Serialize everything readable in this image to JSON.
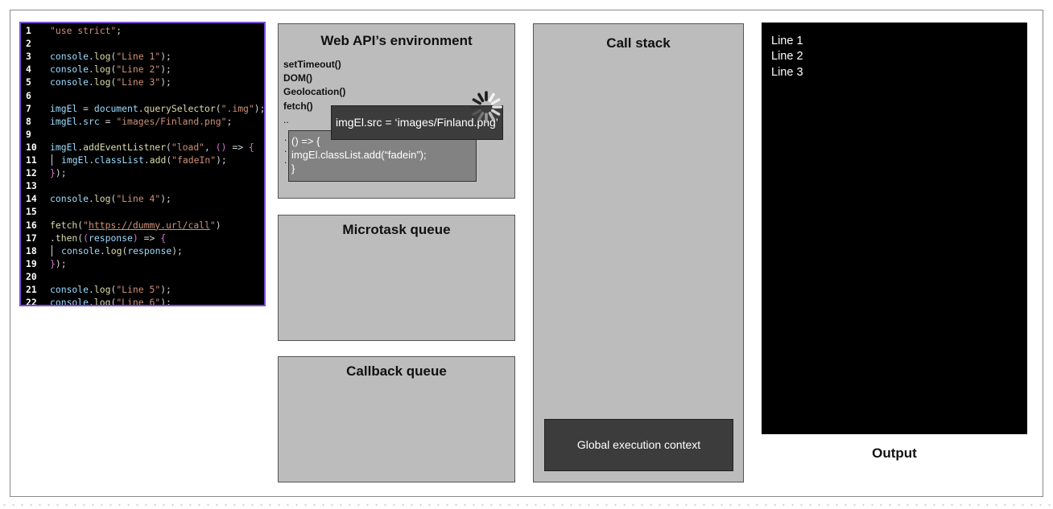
{
  "code": {
    "lines": [
      {
        "n": "1",
        "segs": [
          {
            "c": "t-str",
            "t": "\"use strict\""
          },
          {
            "c": "t-pl",
            "t": ";"
          }
        ]
      },
      {
        "n": "2",
        "segs": []
      },
      {
        "n": "3",
        "segs": [
          {
            "c": "t-var",
            "t": "console"
          },
          {
            "c": "t-pl",
            "t": "."
          },
          {
            "c": "t-fn",
            "t": "log"
          },
          {
            "c": "t-pl",
            "t": "("
          },
          {
            "c": "t-str",
            "t": "\"Line 1\""
          },
          {
            "c": "t-pl",
            "t": ");"
          }
        ]
      },
      {
        "n": "4",
        "segs": [
          {
            "c": "t-var",
            "t": "console"
          },
          {
            "c": "t-pl",
            "t": "."
          },
          {
            "c": "t-fn",
            "t": "log"
          },
          {
            "c": "t-pl",
            "t": "("
          },
          {
            "c": "t-str",
            "t": "\"Line 2\""
          },
          {
            "c": "t-pl",
            "t": ");"
          }
        ]
      },
      {
        "n": "5",
        "segs": [
          {
            "c": "t-var",
            "t": "console"
          },
          {
            "c": "t-pl",
            "t": "."
          },
          {
            "c": "t-fn",
            "t": "log"
          },
          {
            "c": "t-pl",
            "t": "("
          },
          {
            "c": "t-str",
            "t": "\"Line 3\""
          },
          {
            "c": "t-pl",
            "t": ");"
          }
        ]
      },
      {
        "n": "6",
        "segs": []
      },
      {
        "n": "7",
        "segs": [
          {
            "c": "t-var",
            "t": "imgEl"
          },
          {
            "c": "t-pl",
            "t": " = "
          },
          {
            "c": "t-var",
            "t": "document"
          },
          {
            "c": "t-pl",
            "t": "."
          },
          {
            "c": "t-fn",
            "t": "querySelector"
          },
          {
            "c": "t-pl",
            "t": "("
          },
          {
            "c": "t-str",
            "t": "\".img\""
          },
          {
            "c": "t-pl",
            "t": ");"
          }
        ]
      },
      {
        "n": "8",
        "segs": [
          {
            "c": "t-var",
            "t": "imgEl"
          },
          {
            "c": "t-pl",
            "t": "."
          },
          {
            "c": "t-var",
            "t": "src"
          },
          {
            "c": "t-pl",
            "t": " = "
          },
          {
            "c": "t-str",
            "t": "\"images/Finland.png\""
          },
          {
            "c": "t-pl",
            "t": ";"
          }
        ]
      },
      {
        "n": "9",
        "segs": []
      },
      {
        "n": "10",
        "segs": [
          {
            "c": "t-var",
            "t": "imgEl"
          },
          {
            "c": "t-pl",
            "t": "."
          },
          {
            "c": "t-fn",
            "t": "addEventListner"
          },
          {
            "c": "t-pl",
            "t": "("
          },
          {
            "c": "t-str",
            "t": "\"load\""
          },
          {
            "c": "t-pl",
            "t": ", "
          },
          {
            "c": "t-br",
            "t": "()"
          },
          {
            "c": "t-pl",
            "t": " => "
          },
          {
            "c": "t-br",
            "t": "{"
          }
        ]
      },
      {
        "n": "11",
        "indent": true,
        "segs": [
          {
            "c": "t-var",
            "t": "imgEl"
          },
          {
            "c": "t-pl",
            "t": "."
          },
          {
            "c": "t-var",
            "t": "classList"
          },
          {
            "c": "t-pl",
            "t": "."
          },
          {
            "c": "t-fn",
            "t": "add"
          },
          {
            "c": "t-pl",
            "t": "("
          },
          {
            "c": "t-str",
            "t": "\"fadeIn\""
          },
          {
            "c": "t-pl",
            "t": ");"
          }
        ]
      },
      {
        "n": "12",
        "segs": [
          {
            "c": "t-br",
            "t": "}"
          },
          {
            "c": "t-pl",
            "t": ");"
          }
        ]
      },
      {
        "n": "13",
        "segs": []
      },
      {
        "n": "14",
        "segs": [
          {
            "c": "t-var",
            "t": "console"
          },
          {
            "c": "t-pl",
            "t": "."
          },
          {
            "c": "t-fn",
            "t": "log"
          },
          {
            "c": "t-pl",
            "t": "("
          },
          {
            "c": "t-str",
            "t": "\"Line 4\""
          },
          {
            "c": "t-pl",
            "t": ");"
          }
        ]
      },
      {
        "n": "15",
        "segs": []
      },
      {
        "n": "16",
        "segs": [
          {
            "c": "t-fn",
            "t": "fetch"
          },
          {
            "c": "t-pl",
            "t": "("
          },
          {
            "c": "t-str",
            "t": "\""
          },
          {
            "c": "t-url",
            "t": "https://dummy.url/call"
          },
          {
            "c": "t-str",
            "t": "\""
          },
          {
            "c": "t-pl",
            "t": ")"
          }
        ]
      },
      {
        "n": "17",
        "segs": [
          {
            "c": "t-pl",
            "t": "."
          },
          {
            "c": "t-fn",
            "t": "then"
          },
          {
            "c": "t-pl",
            "t": "("
          },
          {
            "c": "t-br",
            "t": "("
          },
          {
            "c": "t-var",
            "t": "response"
          },
          {
            "c": "t-br",
            "t": ")"
          },
          {
            "c": "t-pl",
            "t": " => "
          },
          {
            "c": "t-br",
            "t": "{"
          }
        ]
      },
      {
        "n": "18",
        "indent": true,
        "segs": [
          {
            "c": "t-var",
            "t": "console"
          },
          {
            "c": "t-pl",
            "t": "."
          },
          {
            "c": "t-fn",
            "t": "log"
          },
          {
            "c": "t-pl",
            "t": "("
          },
          {
            "c": "t-var",
            "t": "response"
          },
          {
            "c": "t-pl",
            "t": ");"
          }
        ]
      },
      {
        "n": "19",
        "segs": [
          {
            "c": "t-br",
            "t": "}"
          },
          {
            "c": "t-pl",
            "t": ");"
          }
        ]
      },
      {
        "n": "20",
        "segs": []
      },
      {
        "n": "21",
        "segs": [
          {
            "c": "t-var",
            "t": "console"
          },
          {
            "c": "t-pl",
            "t": "."
          },
          {
            "c": "t-fn",
            "t": "log"
          },
          {
            "c": "t-pl",
            "t": "("
          },
          {
            "c": "t-str",
            "t": "\"Line 5\""
          },
          {
            "c": "t-pl",
            "t": ");"
          }
        ]
      },
      {
        "n": "22",
        "segs": [
          {
            "c": "t-var",
            "t": "console"
          },
          {
            "c": "t-pl",
            "t": "."
          },
          {
            "c": "t-fn",
            "t": "log"
          },
          {
            "c": "t-pl",
            "t": "("
          },
          {
            "c": "t-str",
            "t": "\"Line 6\""
          },
          {
            "c": "t-pl",
            "t": ");"
          }
        ]
      }
    ]
  },
  "web_api": {
    "title": "Web API’s environment",
    "items": [
      "setTimeout()",
      "DOM()",
      "Geolocation()",
      "fetch()",
      ".."
    ],
    "dots": [
      ".",
      ".",
      "."
    ],
    "callback_card": [
      "() => {",
      "imgEl.classList.add(“fadein”);",
      "}"
    ],
    "src_card": "imgEl.src = ‘images/Finland.png’",
    "spinner_icon": "loading-spinner-icon"
  },
  "microtask_queue": {
    "title": "Microtask queue"
  },
  "callback_queue": {
    "title": "Callback queue"
  },
  "call_stack": {
    "title": "Call stack",
    "frames": [
      "Global execution context"
    ]
  },
  "output": {
    "label": "Output",
    "lines": [
      "Line 1",
      "Line 2",
      "Line 3"
    ]
  },
  "colors": {
    "editor_border": "#7a4fd6",
    "box_bg": "#bcbcbc",
    "dark_card": "#3c3c3c",
    "callback_card": "#828282"
  }
}
